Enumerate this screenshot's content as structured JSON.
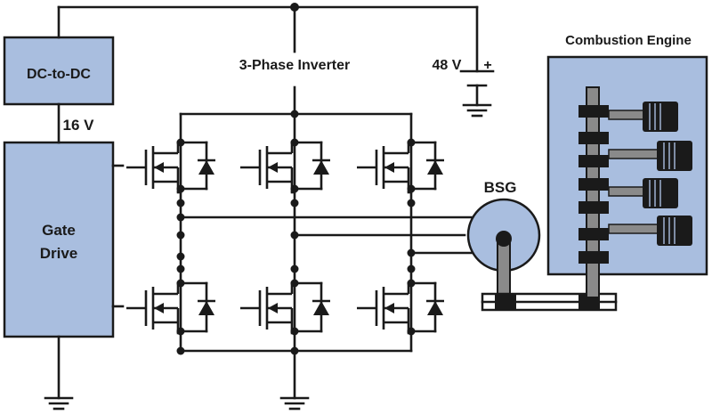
{
  "colors": {
    "block_fill": "#a9bedf",
    "block_stroke": "#1a1a1a",
    "wire": "#1a1a1a",
    "shaft_gray": "#8a8a8a",
    "background": "#ffffff"
  },
  "labels": {
    "dcdc": "DC-to-DC",
    "v16": "16 V",
    "gate_line1": "Gate",
    "gate_line2": "Drive",
    "inverter": "3-Phase Inverter",
    "battery_voltage": "48 V",
    "battery_plus": "+",
    "bsg": "BSG",
    "engine": "Combustion Engine"
  },
  "icons": {
    "mosfet": "mosfet-icon",
    "diode": "diode-icon",
    "ground": "ground-icon",
    "battery": "battery-icon",
    "motor": "bsg-motor-icon",
    "crankshaft": "crankshaft-icon"
  }
}
